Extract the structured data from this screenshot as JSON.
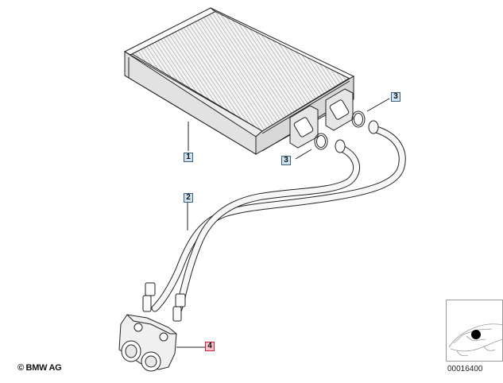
{
  "callouts": {
    "c1": "1",
    "c2": "2",
    "c3a": "3",
    "c3b": "3",
    "c4": "4"
  },
  "footer": {
    "copyright": "© BMW AG",
    "document_number": "00016400"
  },
  "colors": {
    "callout_fill": "#cfe3ef",
    "callout_border": "#3d5f7a",
    "active_callout_fill": "#f1c4ca",
    "active_callout_border": "#c0203a"
  },
  "icons": {
    "thumbnail": "car-locator-thumbnail-icon"
  }
}
